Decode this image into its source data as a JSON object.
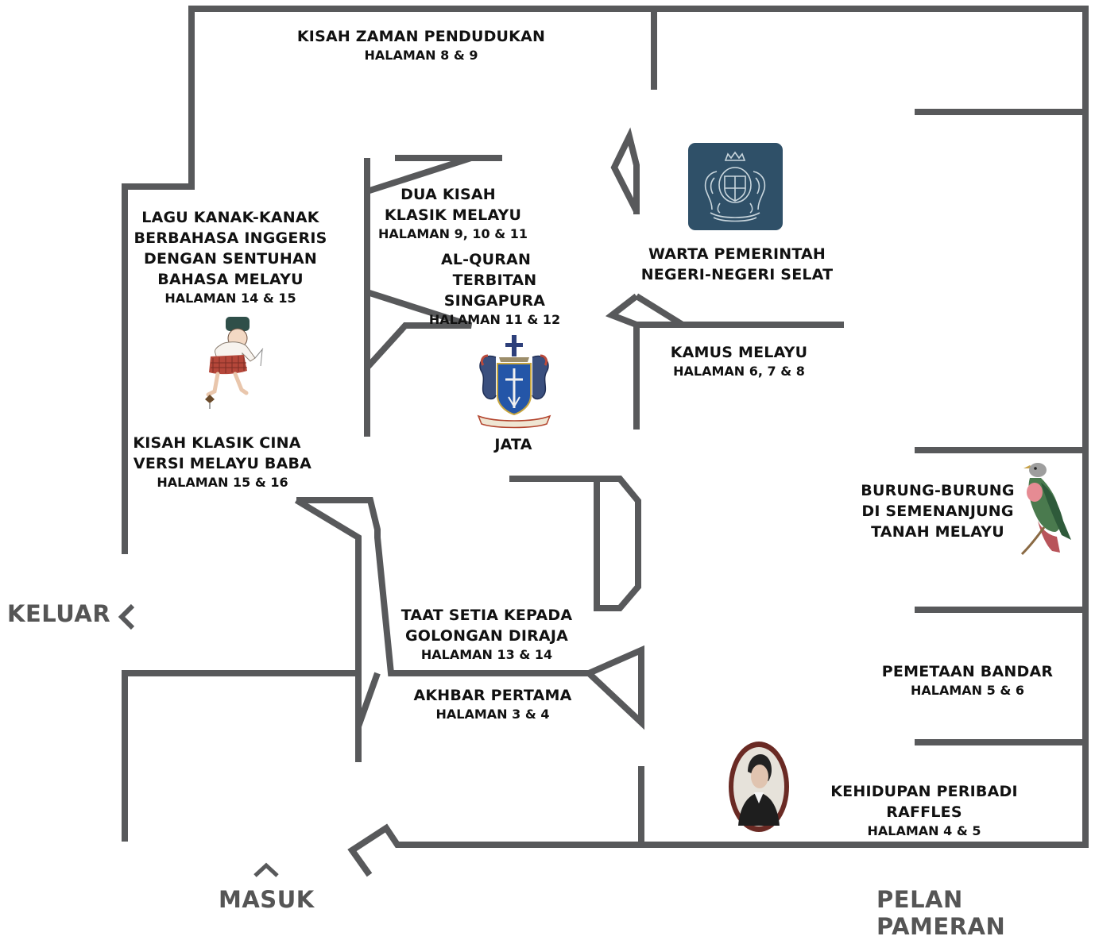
{
  "map": {
    "title": "PELAN PAMERAN",
    "exit_label": "KELUAR",
    "entrance_label": "MASUK",
    "wall_color": "#58595b",
    "sections": [
      {
        "id": "occupation",
        "title_lines": [
          "KISAH ZAMAN PENDUDUKAN"
        ],
        "pages": "HALAMAN 8 & 9"
      },
      {
        "id": "nursery-rhymes",
        "title_lines": [
          "LAGU KANAK-KANAK",
          "BERBAHASA INGGERIS",
          "DENGAN SENTUHAN",
          "BAHASA MELAYU"
        ],
        "pages": "HALAMAN 14 & 15"
      },
      {
        "id": "two-tales",
        "title_lines": [
          "DUA KISAH",
          "KLASIK MELAYU"
        ],
        "pages": "HALAMAN 9, 10 & 11"
      },
      {
        "id": "quran",
        "title_lines": [
          "AL-QURAN",
          "TERBITAN SINGAPURA"
        ],
        "pages": "HALAMAN 11 & 12"
      },
      {
        "id": "gazette",
        "title_lines": [
          "WARTA PEMERINTAH",
          "NEGERI-NEGERI SELAT"
        ],
        "pages": ""
      },
      {
        "id": "dictionary",
        "title_lines": [
          "KAMUS MELAYU"
        ],
        "pages": "HALAMAN 6, 7 & 8"
      },
      {
        "id": "coat-of-arms",
        "title_lines": [
          "JATA"
        ],
        "pages": ""
      },
      {
        "id": "chinese-classics",
        "title_lines": [
          "KISAH KLASIK CINA",
          "VERSI MELAYU BABA"
        ],
        "pages": "HALAMAN 15 & 16"
      },
      {
        "id": "birds",
        "title_lines": [
          "BURUNG-BURUNG",
          "DI SEMENANJUNG",
          "TANAH MELAYU"
        ],
        "pages": ""
      },
      {
        "id": "loyalty",
        "title_lines": [
          "TAAT SETIA KEPADA",
          "GOLONGAN DIRAJA"
        ],
        "pages": "HALAMAN 13 & 14"
      },
      {
        "id": "first-newspaper",
        "title_lines": [
          "AKHBAR PERTAMA"
        ],
        "pages": "HALAMAN 3 & 4"
      },
      {
        "id": "town-mapping",
        "title_lines": [
          "PEMETAAN BANDAR"
        ],
        "pages": "HALAMAN 5 & 6"
      },
      {
        "id": "raffles",
        "title_lines": [
          "KEHIDUPAN PERIBADI RAFFLES"
        ],
        "pages": "HALAMAN 4 & 5"
      }
    ],
    "icons": [
      "royal-arms-icon",
      "boy-spinning-top-icon",
      "singapore-crest-icon",
      "fruit-dove-icon",
      "raffles-portrait-icon",
      "chevron-left-icon",
      "chevron-up-icon"
    ]
  }
}
